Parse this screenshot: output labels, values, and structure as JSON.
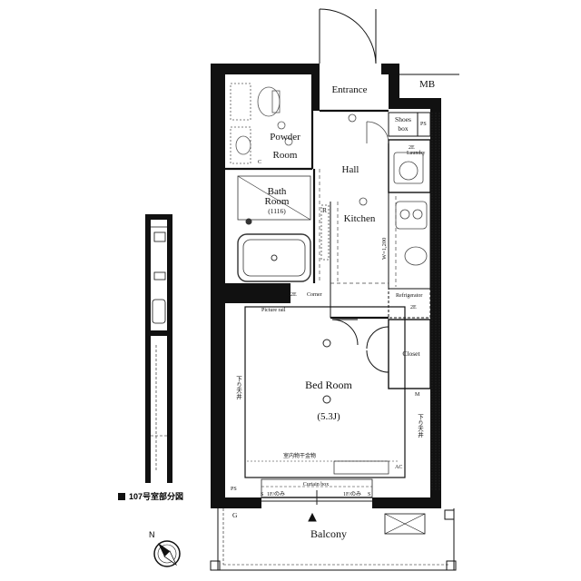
{
  "rooms": {
    "entrance": "Entrance",
    "mb": "MB",
    "shoes_box": [
      "Shoes",
      "box"
    ],
    "ps": "PS",
    "powder_room": [
      "Powder",
      "Room"
    ],
    "hall": "Hall",
    "laundry": "Laundry",
    "bath_room": [
      "Bath",
      "Room",
      "(1116)"
    ],
    "kitchen": "Kitchen",
    "refrigerator": "Refrigerator",
    "bed_room": "Bed Room",
    "bed_room_size": "(5.3J)",
    "closet": "Closet",
    "balcony": "Balcony"
  },
  "labels": {
    "picture_rail": "Picture rail",
    "corner": "Corner",
    "curtain_box": "Curtain box",
    "w_dim": "W=1,200",
    "clothes_hanger": "室内物干金物",
    "ceiling_left": "下り天井",
    "ceiling_right": "下り天井",
    "fix_left": "1F/のみ",
    "fix_right": "1F/のみ",
    "ps_bottom": "PS",
    "g": "G",
    "r": "R",
    "ac": "AC",
    "twoE_1": "2E",
    "twoE_2": "2E",
    "twoE_3": "2E",
    "c": "C",
    "s_left": "S",
    "s_right": "S",
    "m": "M"
  },
  "legend": {
    "text": "107号室部分図"
  },
  "compass": {
    "letter": "N"
  },
  "colors": {
    "wall": "#111111",
    "line": "#222222",
    "dash": "#444444",
    "fixture": "#777777"
  }
}
